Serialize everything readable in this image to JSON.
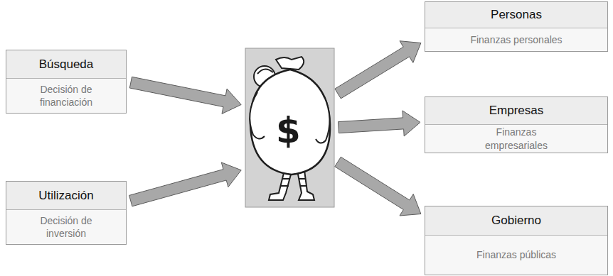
{
  "diagram": {
    "nodes": [
      {
        "text": [
          "Búsqueda",
          "Decisión de financiación"
        ]
      },
      {
        "text": [
          "Utilización",
          "Decisión de inversión"
        ]
      },
      {
        "text": [
          "$"
        ]
      },
      {
        "text": [
          "Personas",
          "Finanzas personales"
        ]
      },
      {
        "text": [
          "Empresas",
          "Finanzas empresariales"
        ]
      },
      {
        "text": [
          "Gobierno",
          "Finanzas públicas"
        ]
      }
    ],
    "edges": [
      {
        "from": 0,
        "to": 2,
        "arrow": "to"
      },
      {
        "from": 1,
        "to": 2,
        "arrow": "to"
      },
      {
        "from": 2,
        "to": 3,
        "arrow": "to"
      },
      {
        "from": 2,
        "to": 4,
        "arrow": "to"
      },
      {
        "from": 2,
        "to": 5,
        "arrow": "to"
      }
    ]
  }
}
